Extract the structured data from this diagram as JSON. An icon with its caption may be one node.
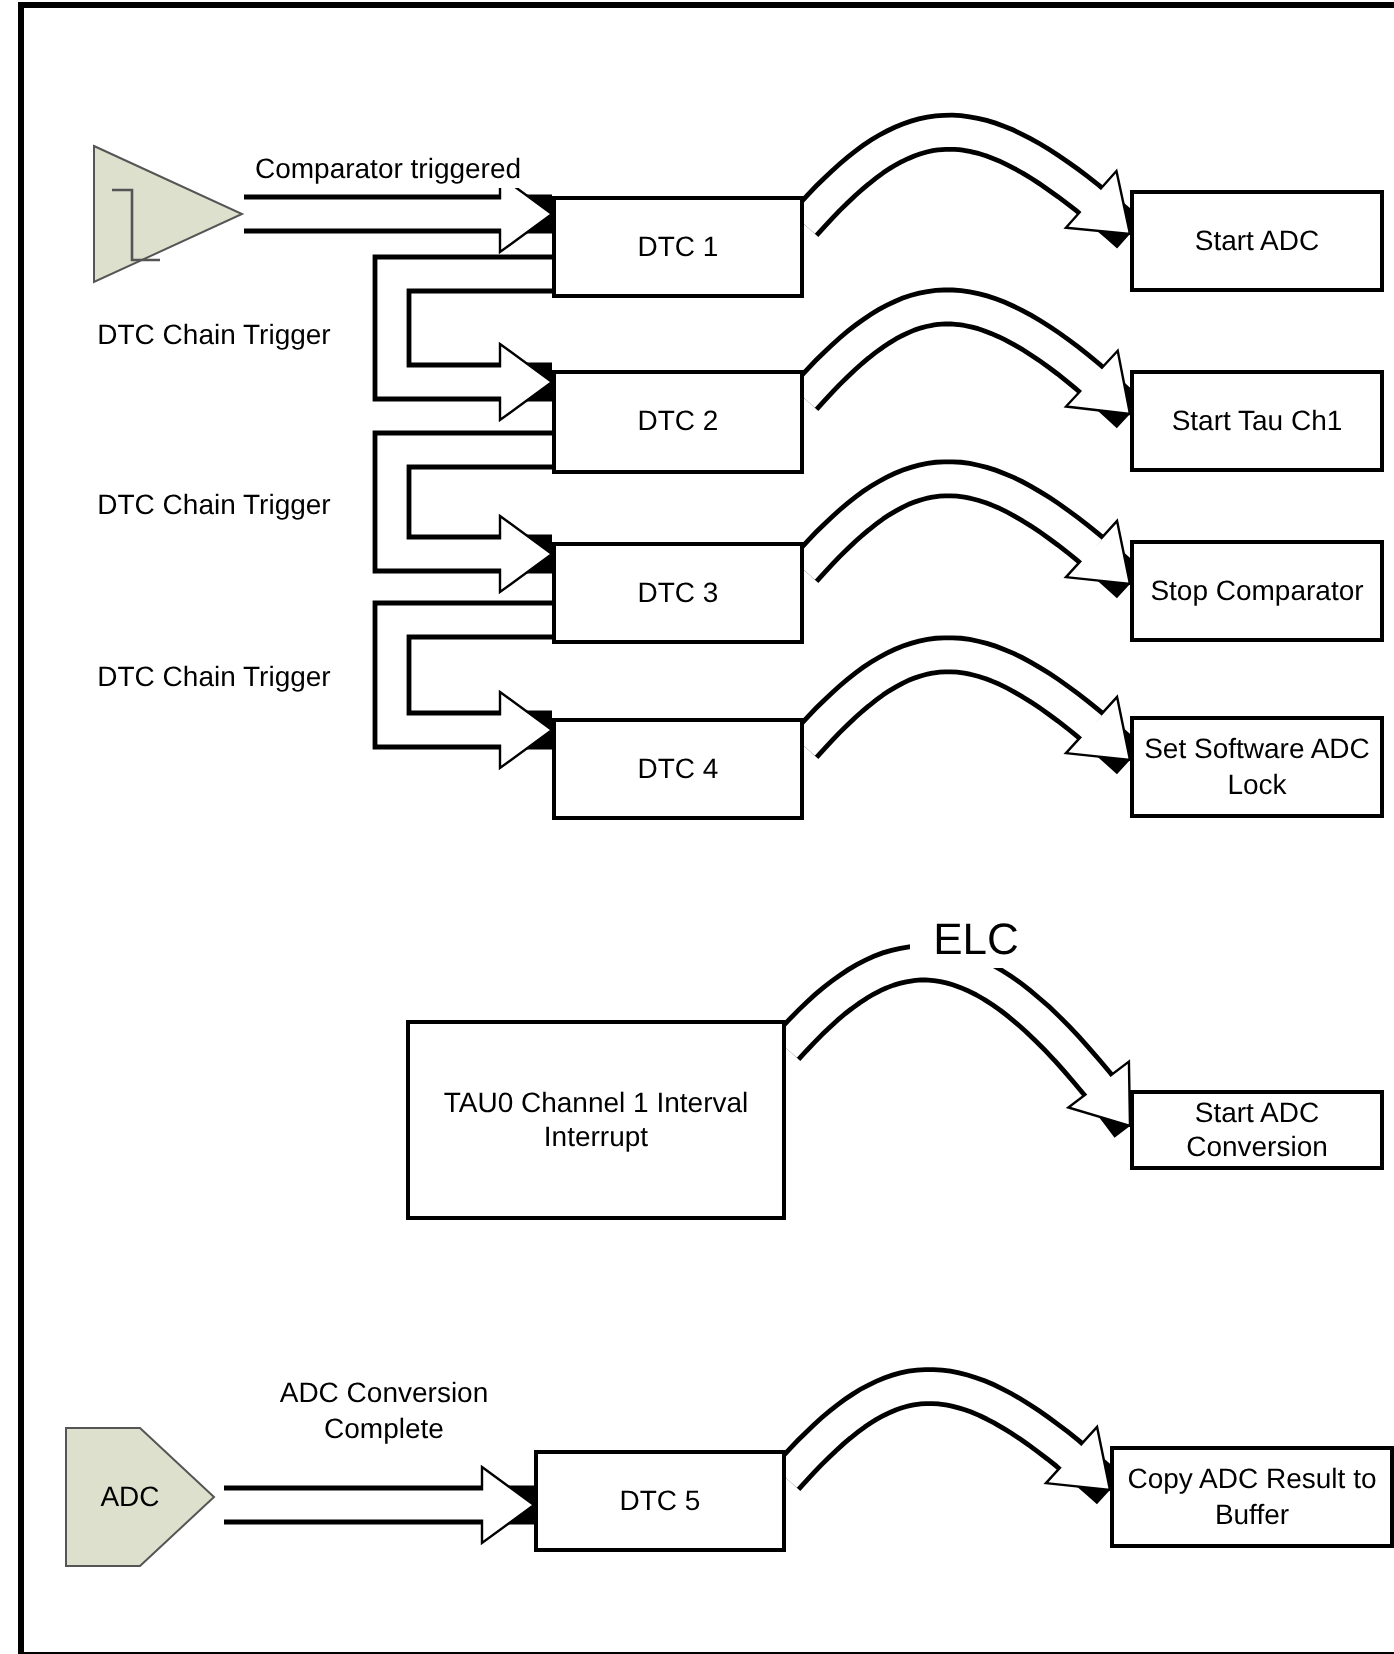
{
  "diagram": {
    "nodes": [
      {
        "text": [],
        "shape": "triangle"
      },
      {
        "text": [
          "DTC 1"
        ]
      },
      {
        "text": [
          "Start ADC"
        ]
      },
      {
        "text": [
          "DTC 2"
        ]
      },
      {
        "text": [
          "Start Tau Ch1"
        ]
      },
      {
        "text": [
          "DTC 3"
        ]
      },
      {
        "text": [
          "Stop Comparator"
        ]
      },
      {
        "text": [
          "DTC 4"
        ]
      },
      {
        "text": [
          "Set Software ADC Lock"
        ]
      },
      {
        "text": [
          "TAU0 Channel 1 Interval Interrupt"
        ]
      },
      {
        "text": [
          "Start ADC Conversion"
        ]
      },
      {
        "text": [
          "ADC"
        ]
      },
      {
        "text": [
          "DTC 5"
        ]
      },
      {
        "text": [
          "Copy ADC Result to Buffer"
        ]
      }
    ],
    "edges": [
      {
        "from": 0,
        "to": 1,
        "arrow": "to",
        "label": "Comparator triggered"
      },
      {
        "from": 1,
        "to": 2,
        "arrow": "to"
      },
      {
        "from": 1,
        "to": 3,
        "arrow": "to",
        "label": "DTC Chain Trigger"
      },
      {
        "from": 3,
        "to": 4,
        "arrow": "to"
      },
      {
        "from": 3,
        "to": 5,
        "arrow": "to",
        "label": "DTC Chain Trigger"
      },
      {
        "from": 5,
        "to": 6,
        "arrow": "to"
      },
      {
        "from": 5,
        "to": 7,
        "arrow": "to",
        "label": "DTC Chain Trigger"
      },
      {
        "from": 7,
        "to": 8,
        "arrow": "to"
      },
      {
        "from": 9,
        "to": 10,
        "arrow": "to",
        "label": "ELC"
      },
      {
        "from": 11,
        "to": 12,
        "arrow": "to",
        "label": "ADC Conversion Complete"
      },
      {
        "from": 12,
        "to": 13,
        "arrow": "to"
      }
    ]
  }
}
